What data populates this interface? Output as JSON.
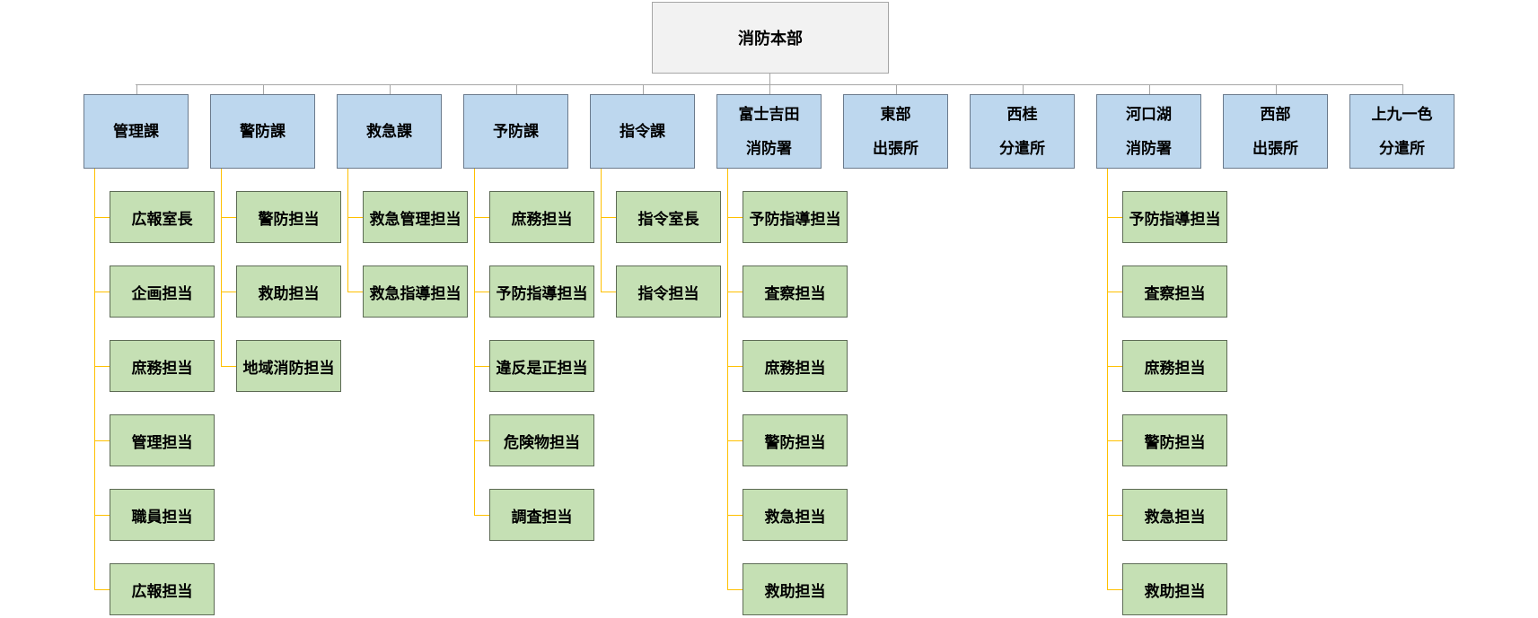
{
  "title": "消防本部",
  "colors": {
    "root_fill": "#f2f2f2",
    "dept_fill": "#bdd7ee",
    "unit_fill": "#c5e0b4",
    "top_connector": "#a6a6a6",
    "unit_connector": "#ffc000"
  },
  "root": {
    "label": "消防本部"
  },
  "departments": [
    {
      "lines": [
        "管理課"
      ],
      "units": [
        "広報室長",
        "企画担当",
        "庶務担当",
        "管理担当",
        "職員担当",
        "広報担当"
      ]
    },
    {
      "lines": [
        "警防課"
      ],
      "units": [
        "警防担当",
        "救助担当",
        "地域消防担当"
      ]
    },
    {
      "lines": [
        "救急課"
      ],
      "units": [
        "救急管理担当",
        "救急指導担当"
      ]
    },
    {
      "lines": [
        "予防課"
      ],
      "units": [
        "庶務担当",
        "予防指導担当",
        "違反是正担当",
        "危険物担当",
        "調査担当"
      ]
    },
    {
      "lines": [
        "指令課"
      ],
      "units": [
        "指令室長",
        "指令担当"
      ]
    },
    {
      "lines": [
        "富士吉田",
        "消防署"
      ],
      "units": [
        "予防指導担当",
        "査察担当",
        "庶務担当",
        "警防担当",
        "救急担当",
        "救助担当"
      ]
    },
    {
      "lines": [
        "東部",
        "出張所"
      ],
      "units": []
    },
    {
      "lines": [
        "西桂",
        "分遣所"
      ],
      "units": []
    },
    {
      "lines": [
        "河口湖",
        "消防署"
      ],
      "units": [
        "予防指導担当",
        "査察担当",
        "庶務担当",
        "警防担当",
        "救急担当",
        "救助担当"
      ]
    },
    {
      "lines": [
        "西部",
        "出張所"
      ],
      "units": []
    },
    {
      "lines": [
        "上九一色",
        "分遣所"
      ],
      "units": []
    }
  ]
}
